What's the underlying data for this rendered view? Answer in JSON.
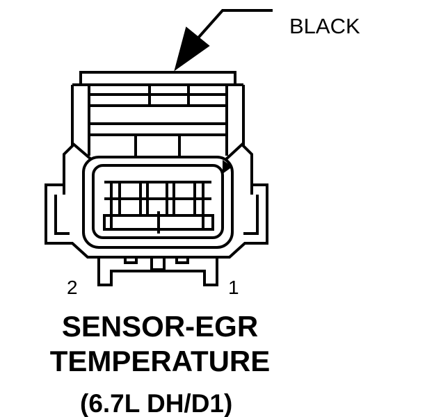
{
  "connector": {
    "color_label": "BLACK",
    "pin_left": "2",
    "pin_right": "1",
    "title_line1": "SENSOR-EGR",
    "title_line2": "TEMPERATURE",
    "title_line3": "(6.7L DH/D1)"
  }
}
